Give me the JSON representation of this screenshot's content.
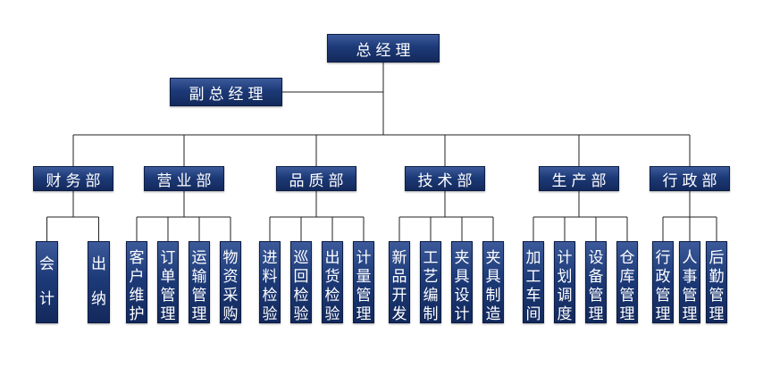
{
  "root": "总经理",
  "deputy": "副总经理",
  "departments": [
    {
      "name": "财务部",
      "units": [
        "会计",
        "出纳"
      ]
    },
    {
      "name": "营业部",
      "units": [
        "客户维护",
        "订单管理",
        "运输管理",
        "物资采购"
      ]
    },
    {
      "name": "品质部",
      "units": [
        "进料检验",
        "巡回检验",
        "出货检验",
        "计量管理"
      ]
    },
    {
      "name": "技术部",
      "units": [
        "新品开发",
        "工艺编制",
        "夹具设计",
        "夹具制造"
      ]
    },
    {
      "name": "生产部",
      "units": [
        "加工车间",
        "计划调度",
        "设备管理",
        "仓库管理"
      ]
    },
    {
      "name": "行政部",
      "units": [
        "行政管理",
        "人事管理",
        "后勤管理"
      ]
    }
  ]
}
